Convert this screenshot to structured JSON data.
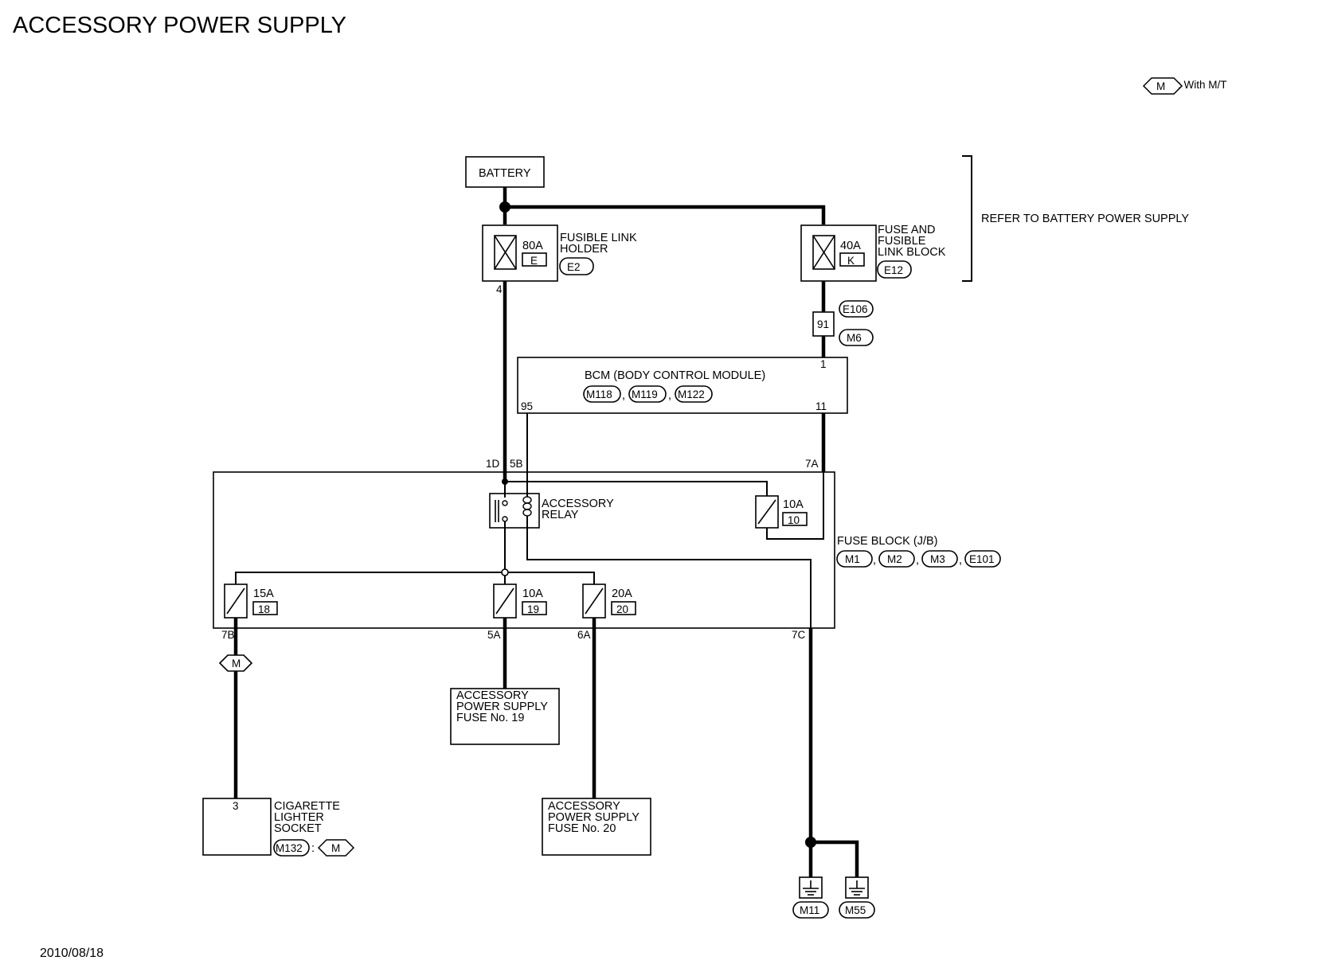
{
  "title": "ACCESSORY POWER SUPPLY",
  "date": "2010/08/18",
  "legend": {
    "symbol": "M",
    "text": ": With M/T"
  },
  "refer_note": "REFER TO BATTERY POWER SUPPLY",
  "battery": {
    "label": "BATTERY"
  },
  "fusible_link_holder": {
    "line1": "FUSIBLE LINK",
    "line2": "HOLDER",
    "rating": "80A",
    "id": "E",
    "connector": "E2",
    "pin": "4"
  },
  "fuse_and_fusible_link_block": {
    "line1": "FUSE AND",
    "line2": "FUSIBLE",
    "line3": "LINK BLOCK",
    "rating": "40A",
    "id": "K",
    "connector": "E12"
  },
  "joint": {
    "pin": "91",
    "connector_top": "E106",
    "connector_bottom": "M6"
  },
  "bcm": {
    "label": "BCM (BODY CONTROL MODULE)",
    "connectors": [
      "M118",
      "M119",
      "M122"
    ],
    "pin_power_in": "1",
    "pin_relay_out": "95",
    "pin_fuse_out": "11"
  },
  "fuse_block": {
    "label": "FUSE BLOCK (J/B)",
    "connectors": [
      "M1",
      "M2",
      "M3",
      "E101"
    ],
    "pins": {
      "p1d": "1D",
      "p5b": "5B",
      "p7a": "7A",
      "p7b": "7B",
      "p5a": "5A",
      "p6a": "6A",
      "p7c": "7C"
    },
    "relay": {
      "line1": "ACCESSORY",
      "line2": "RELAY"
    },
    "fuses": [
      {
        "rating": "10A",
        "number": "10"
      },
      {
        "rating": "15A",
        "number": "18"
      },
      {
        "rating": "10A",
        "number": "19"
      },
      {
        "rating": "20A",
        "number": "20"
      }
    ]
  },
  "cigarette_lighter": {
    "line1": "CIGARETTE",
    "line2": "LIGHTER",
    "line3": "SOCKET",
    "pin": "3",
    "connector": "M132",
    "option": "M"
  },
  "option_marker": "M",
  "acc_fuse_19": {
    "line1": "ACCESSORY",
    "line2": "POWER SUPPLY",
    "line3": "FUSE No. 19"
  },
  "acc_fuse_20": {
    "line1": "ACCESSORY",
    "line2": "POWER SUPPLY",
    "line3": "FUSE No. 20"
  },
  "grounds": [
    "M11",
    "M55"
  ]
}
